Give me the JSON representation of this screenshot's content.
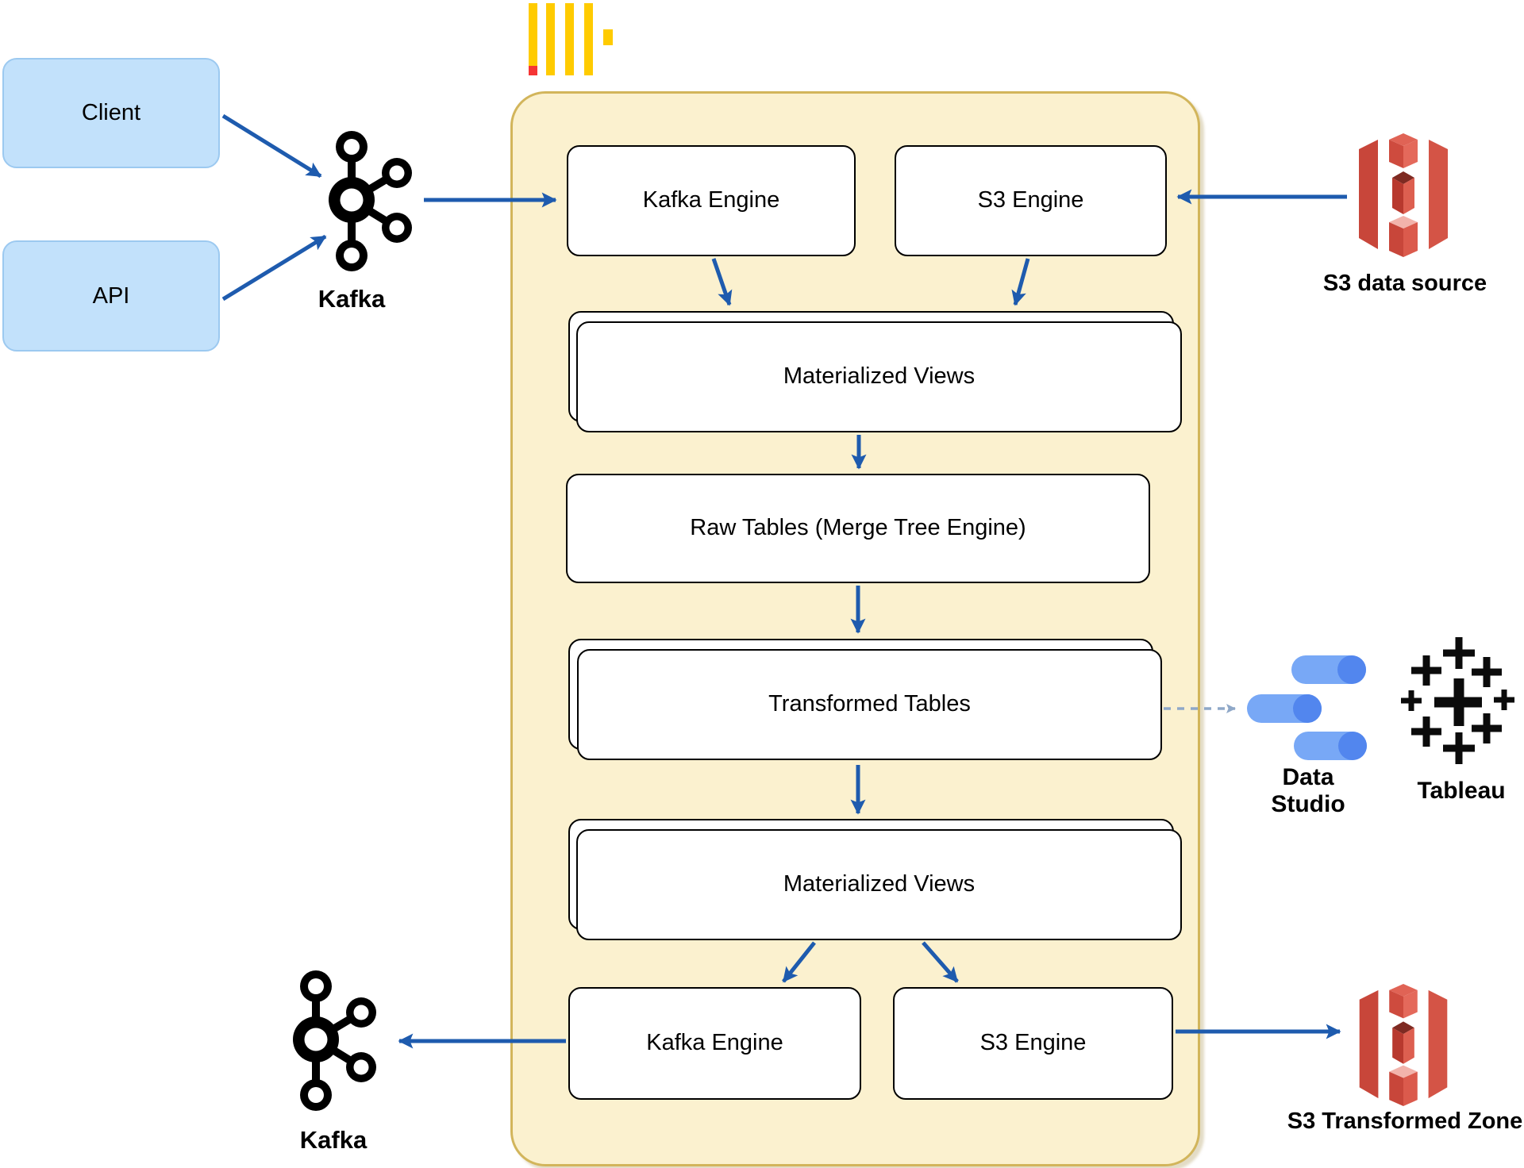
{
  "diagram": {
    "description": "ClickHouse streaming data pipeline architecture",
    "colors": {
      "arrow_blue": "#1E5BAE",
      "dashed_arrow": "#8FA8C8",
      "container_fill": "#FBF1CF",
      "container_border": "#D2B55B",
      "source_box_fill": "#C2E1FB",
      "source_box_border": "#9CC9F0",
      "node_box_fill": "#FFFFFF",
      "node_box_border": "#000000",
      "clickhouse_yellow": "#FFCB00",
      "clickhouse_red": "#F53535",
      "kafka_black": "#000000",
      "s3_red": "#D45446",
      "s3_red_dark": "#C8463A",
      "s3_red_light": "#F2B3AB",
      "datastudio_light_blue": "#78A8F6",
      "datastudio_dark_blue": "#5286EE",
      "tableau_black": "#0B0B0B"
    },
    "icons": {
      "clickhouse": "clickhouse-logo",
      "kafka": "kafka-icon",
      "s3": "s3-bucket-icon",
      "data_studio": "data-studio-icon",
      "tableau": "tableau-icon"
    }
  },
  "nodes": {
    "client": {
      "label": "Client"
    },
    "api": {
      "label": "API"
    },
    "kafka_in": {
      "label": "Kafka"
    },
    "kafka_engine_top": {
      "label": "Kafka Engine"
    },
    "s3_engine_top": {
      "label": "S3 Engine"
    },
    "s3_data_source": {
      "label": "S3 data source"
    },
    "materialized_views_top": {
      "label": "Materialized Views"
    },
    "raw_tables": {
      "label": "Raw Tables (Merge Tree Engine)"
    },
    "transformed_tables": {
      "label": "Transformed Tables"
    },
    "materialized_views_bottom": {
      "label": "Materialized Views"
    },
    "kafka_engine_bottom": {
      "label": "Kafka Engine"
    },
    "s3_engine_bottom": {
      "label": "S3 Engine"
    },
    "kafka_out": {
      "label": "Kafka"
    },
    "s3_transformed_zone": {
      "label": "S3 Transformed Zone"
    },
    "data_studio": {
      "label": "Data Studio"
    },
    "tableau": {
      "label": "Tableau"
    }
  }
}
